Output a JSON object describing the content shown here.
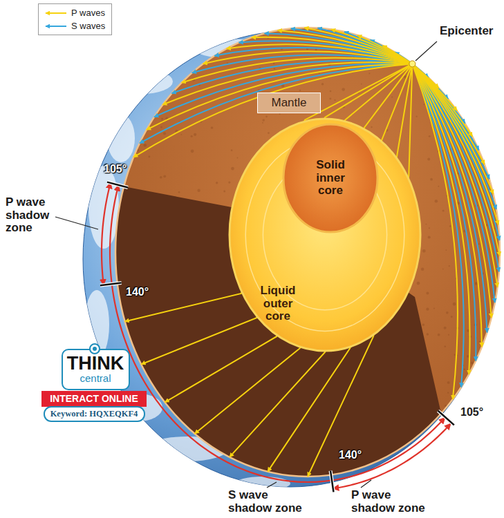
{
  "diagram": {
    "nodes": [
      {
        "text": [
          "Mantle"
        ]
      },
      {
        "text": [
          "Liquid outer core"
        ]
      },
      {
        "text": [
          "Solid inner core"
        ],
        "in": 1
      },
      {
        "text": [
          "THINK",
          "central"
        ]
      },
      {
        "text": [
          "INTERACT ONLINE"
        ]
      },
      {
        "text": [
          "Keyword: HQXEQKF4"
        ]
      }
    ],
    "labels": [
      "Epicenter",
      "105°",
      "P wave shadow zone",
      "140°",
      "105°",
      "140°",
      "S wave shadow zone",
      "P wave shadow zone"
    ],
    "legend": [
      {
        "text": "P waves"
      },
      {
        "text": "S waves"
      }
    ]
  }
}
